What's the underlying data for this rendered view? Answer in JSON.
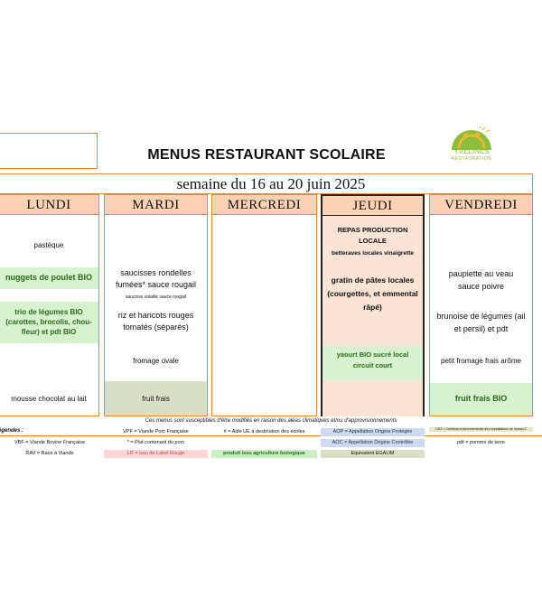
{
  "header": {
    "title": "MENUS RESTAURANT SCOLAIRE",
    "week": "semaine du 16 au 20 juin 2025",
    "logo_text": "YVELINES",
    "logo_sub": "RESTAURATION",
    "colors": {
      "border": "#e08a3c",
      "header_fill": "#fbd3b4",
      "bio_green": "#d6f2cf",
      "logo_green": "#8bbf3a"
    }
  },
  "days": {
    "lundi": {
      "name": "LUNDI",
      "starter": "pastèque",
      "main": "nuggets de poulet BIO",
      "side": "trio de légumes BIO (carottes, brocolis, chou-fleur) et pdt BIO",
      "dessert": "mousse chocolat au lait"
    },
    "mardi": {
      "name": "MARDI",
      "main": "saucisses rondelles fumées* sauce rougail",
      "main_note": "saucisse volaille sauce rougail",
      "side": "riz et haricots rouges tomatés (séparés)",
      "dairy": "fromage ovale",
      "dessert": "fruit frais"
    },
    "mercredi": {
      "name": "MERCREDI"
    },
    "jeudi": {
      "name": "JEUDI",
      "banner": "REPAS PRODUCTION LOCALE",
      "starter": "betteraves locales vinaigrette",
      "main": "gratin de pâtes locales (courgettes, et emmental râpé)",
      "dairy": "yaourt BIO sucré local circuit court"
    },
    "vendredi": {
      "name": "VENDREDI",
      "main": "paupiette au veau sauce poivre",
      "side": "brunoise de légumes (ail et persil) et pdt",
      "dairy": "petit fromage frais arôme",
      "dessert": "fruit frais BIO"
    }
  },
  "footer": {
    "disclaimer": "Ces menus sont susceptibles d'être modifiés en raison des aléas climatiques et/ou d'approvisionnements",
    "legend_title": "égendes :",
    "legend": {
      "vbf": "VBF = Viande Bovine Française",
      "rav": "RAV = Race à Viande",
      "vpf": "VPF = Viande Porc Française",
      "porc": "* = Plat contenant du porc",
      "lr": "LR = issu de Label Rouge",
      "ue": "# = Aide UE à destination des écoles",
      "bio": "produit issu agriculture biologique",
      "aop": "AOP = Appellation Origine Protégée",
      "aoc": "AOC = Appellation Origine Contrôlée",
      "egalim": "Equivalent EGALIM",
      "ce2": "CE2 = Certificat environnemental des exploitations de niveau 2",
      "pdt": "pdt = pomme de terre"
    }
  }
}
